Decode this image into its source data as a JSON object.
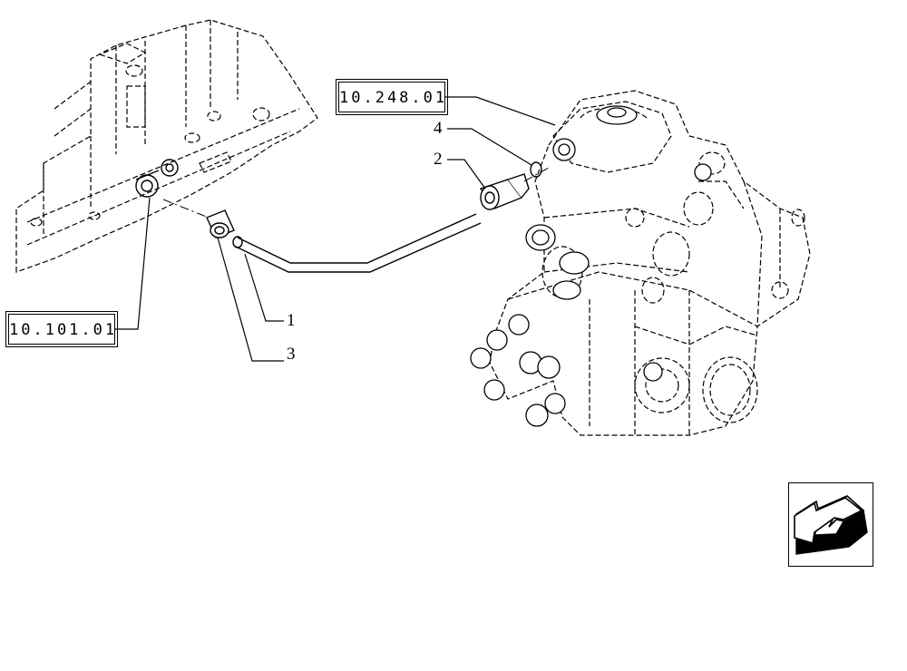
{
  "references": {
    "engine_block": "10.101.01",
    "injection_pump": "10.248.01"
  },
  "callouts": {
    "pipe": "1",
    "union_nut": "2",
    "banjo_fitting": "3",
    "seal_ring": "4"
  },
  "navigation": {
    "icon": "previous-page-arrow-icon"
  },
  "colors": {
    "line": "#000000",
    "background": "#ffffff"
  }
}
